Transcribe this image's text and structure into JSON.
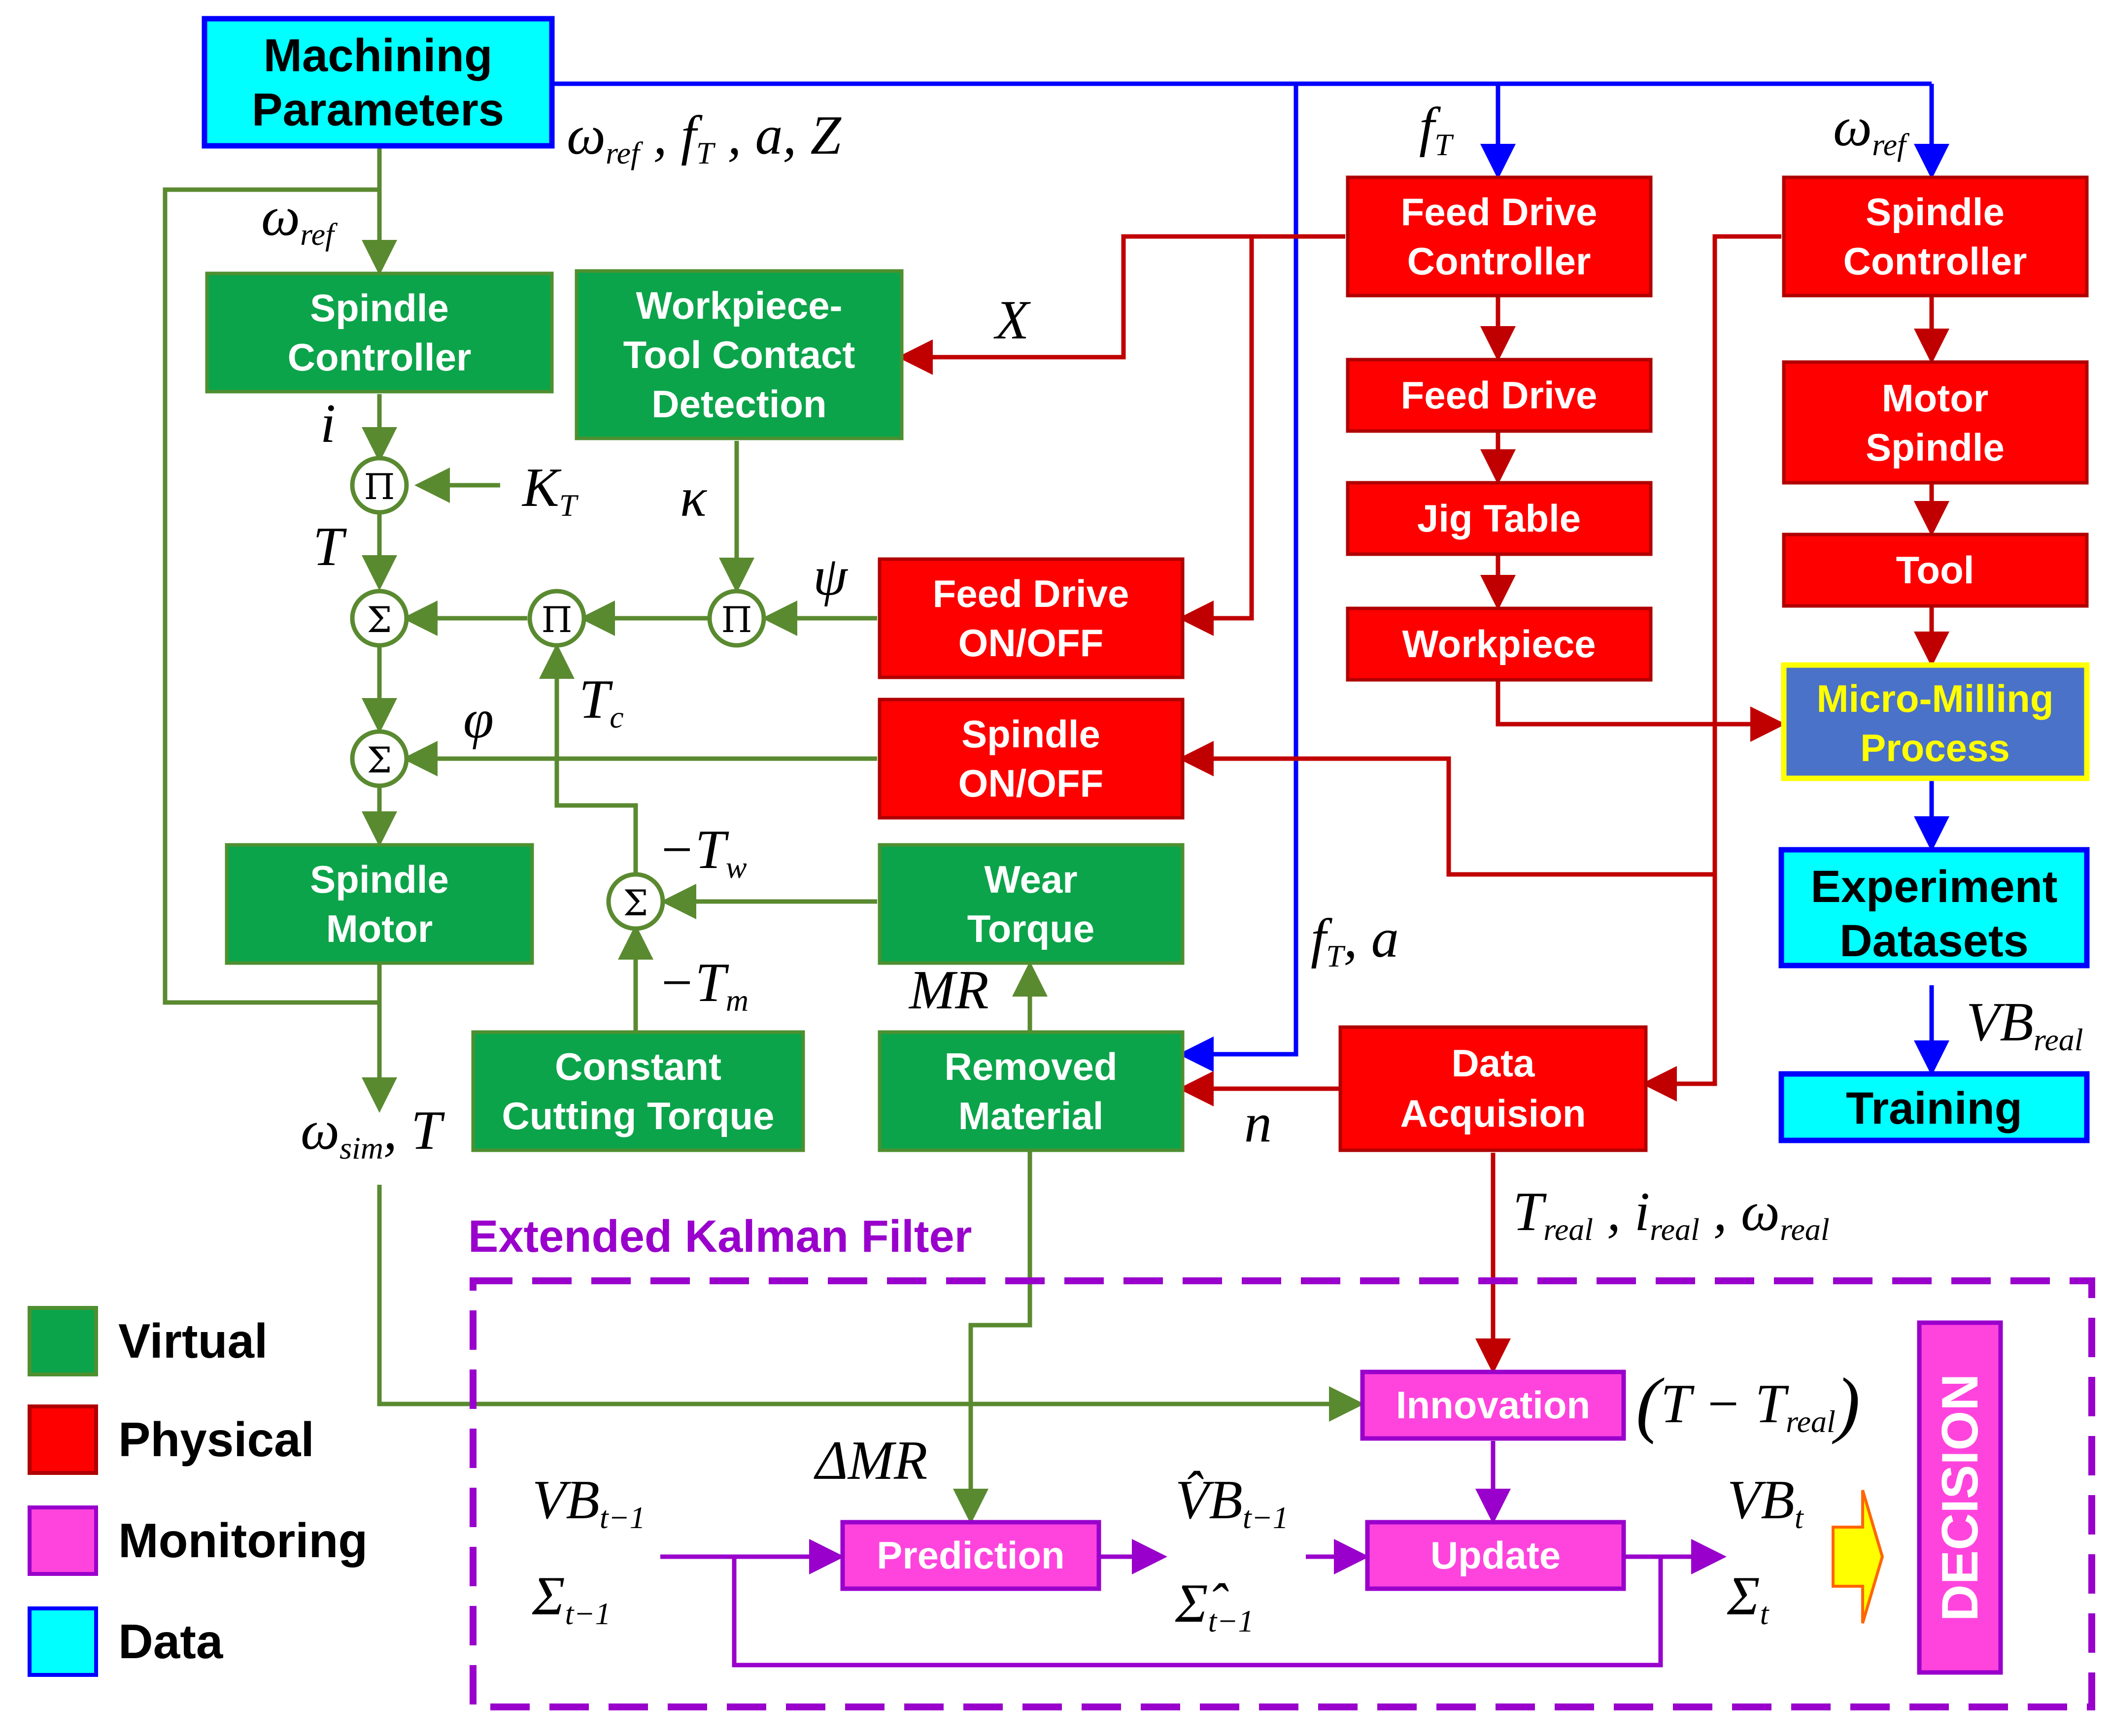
{
  "colors": {
    "virtual": "#0ca44a",
    "physical": "#ff0000",
    "monitoring": "#ff44dd",
    "data": "#00ffff",
    "process": "#4a72c8",
    "green_line": "#5a8a30",
    "red_line": "#c00000",
    "blue_line": "#0000ff",
    "purple_line": "#9900cc"
  },
  "blocks": {
    "machining_parameters": [
      "Machining",
      "Parameters"
    ],
    "v_spindle_controller": [
      "Spindle",
      "Controller"
    ],
    "contact_detection": [
      "Workpiece-",
      "Tool Contact",
      "Detection"
    ],
    "spindle_motor": [
      "Spindle",
      "Motor"
    ],
    "constant_cutting_torque": [
      "Constant",
      "Cutting Torque"
    ],
    "wear_torque": [
      "Wear",
      "Torque"
    ],
    "removed_material": [
      "Removed",
      "Material"
    ],
    "feed_drive_onoff": [
      "Feed Drive",
      "ON/OFF"
    ],
    "spindle_onoff": [
      "Spindle",
      "ON/OFF"
    ],
    "feed_drive_controller": [
      "Feed Drive",
      "Controller"
    ],
    "feed_drive": [
      "Feed Drive"
    ],
    "jig_table": [
      "Jig Table"
    ],
    "workpiece": [
      "Workpiece"
    ],
    "p_spindle_controller": [
      "Spindle",
      "Controller"
    ],
    "motor_spindle": [
      "Motor",
      "Spindle"
    ],
    "tool": [
      "Tool"
    ],
    "micro_milling": [
      "Micro-Milling",
      "Process"
    ],
    "experiment_datasets": [
      "Experiment",
      "Datasets"
    ],
    "training": [
      "Training"
    ],
    "data_acquisition": [
      "Data",
      "Acquision"
    ],
    "innovation": [
      "Innovation"
    ],
    "prediction": [
      "Prediction"
    ],
    "update": [
      "Update"
    ]
  },
  "operators": {
    "product": "Π",
    "sum": "Σ"
  },
  "labels": {
    "ekf_title": "Extended Kalman Filter",
    "decision": "DECISION"
  },
  "legend": [
    {
      "label": "Virtual",
      "color": "#0ca44a"
    },
    {
      "label": "Physical",
      "color": "#ff0000"
    },
    {
      "label": "Monitoring",
      "color": "#ff44dd"
    },
    {
      "label": "Data",
      "color": "#00ffff"
    }
  ]
}
